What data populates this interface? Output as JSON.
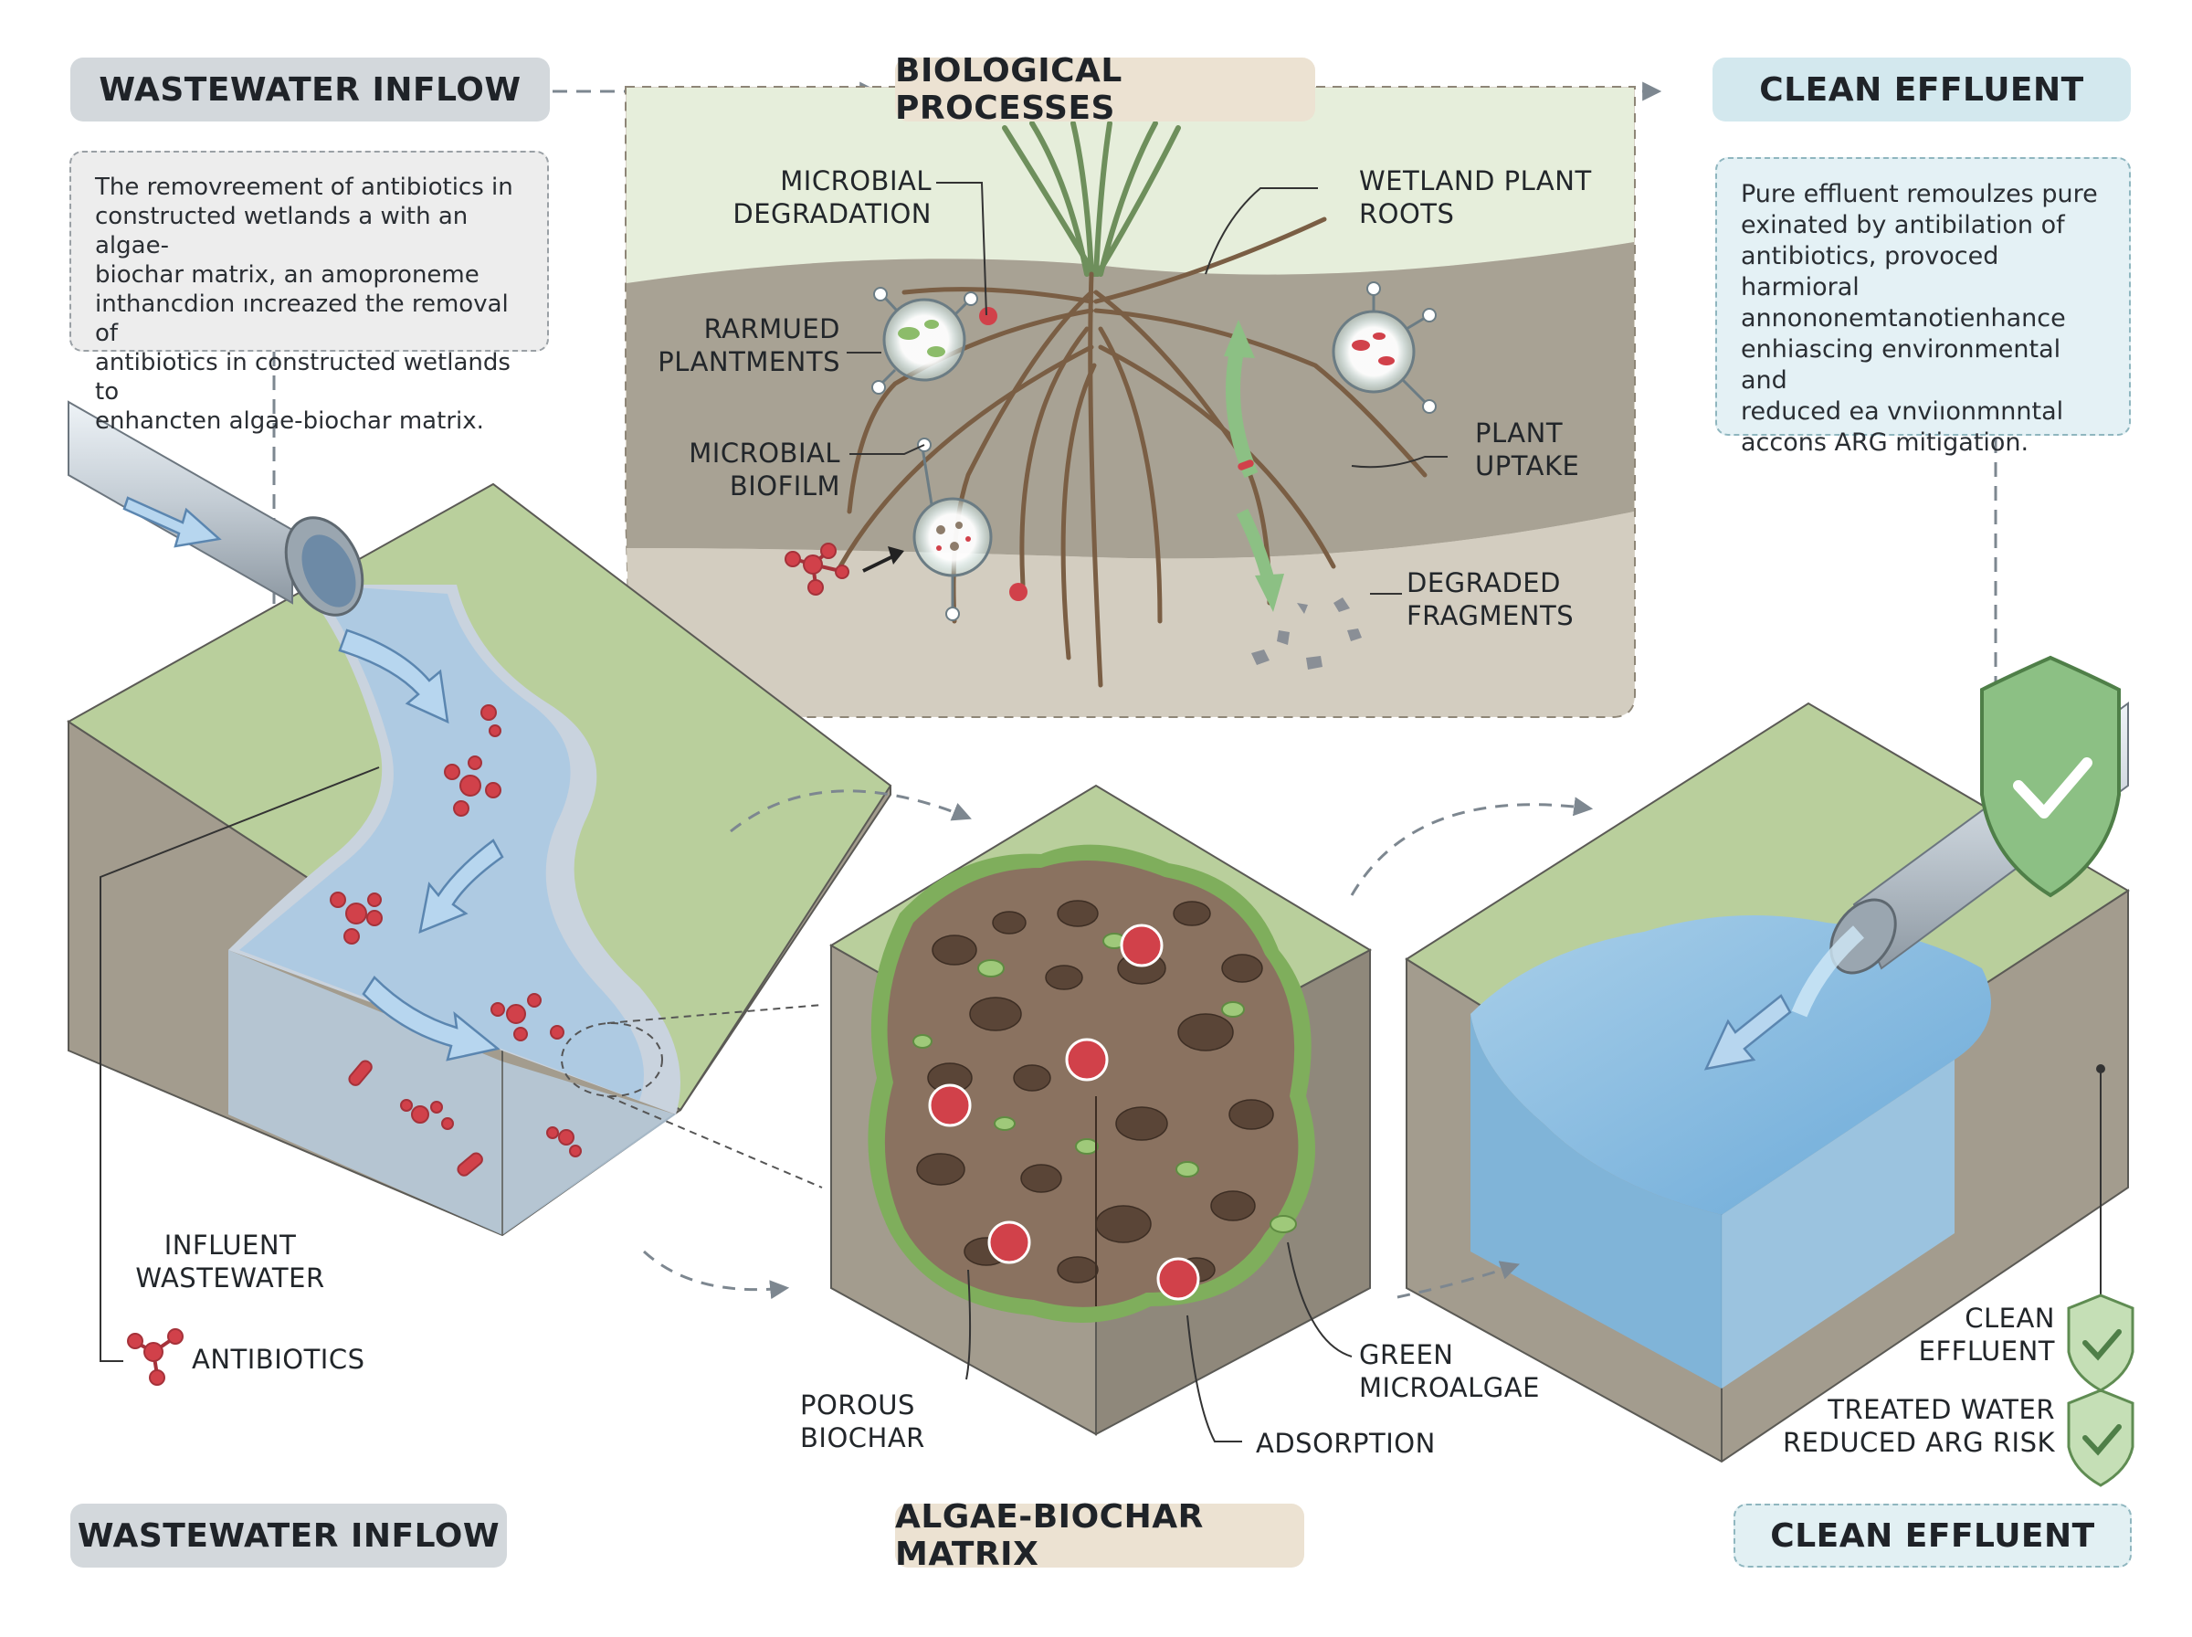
{
  "headers": {
    "top_left": "WASTEWATER INFLOW",
    "top_center": "BIOLOGICAL PROCESSES",
    "top_right": "CLEAN EFFLUENT",
    "bottom_left": "WASTEWATER INFLOW",
    "bottom_center": "ALGAE-BIOCHAR MATRIX",
    "bottom_right": "CLEAN EFFLUENT"
  },
  "descriptions": {
    "left": "The removreement of antibiotics in\nconstructed wetlands a with an algae-\nbiochar matrix, an amoproneme\ninthancdion ıncreazed the removal of\nantibiotics in constructed wetlands to\nenhancten algae-biochar matrix.",
    "right": "Pure effluent remoulzes pure\nexinated by antibilation of\nantibiotics, provoced harmioral\nannononemtanotienhance\nenhiascing environmental and\nreduced ea vnviıonmnntal\naccons ARG mitigation."
  },
  "process_labels": {
    "microbial_degradation": "MICROBIAL\nDEGRADATION",
    "rarmued_plantments": "RARMUED\nPLANTMENTS",
    "microbial_biofilm": "MICROBIAL\nBIOFILM",
    "wetland_plant_roots": "WETLAND PLANT\nROOTS",
    "plant_uptake": "PLANT\nUPTAKE",
    "degraded_fragments": "DEGRADED\nFRAGMENTS"
  },
  "inflow_labels": {
    "influent_wastewater": "INFLUENT\nWASTEWATER",
    "antibiotics": "ANTIBIOTICS"
  },
  "matrix_labels": {
    "porous_biochar": "POROUS\nBIOCHAR",
    "green_microalgae": "GREEN\nMICROALGAE",
    "adsorption": "ADSORPTION"
  },
  "effluent_labels": {
    "clean_effluent": "CLEAN\nEFFLUENT",
    "treated_water": "TREATED WATER\nREDUCED ARG RISK"
  },
  "colors": {
    "grass": "#b9cf9c",
    "soil": "#a39c8e",
    "water": "#8ec4e6",
    "antibiotic": "#d1414a",
    "algae": "#7fae5c",
    "biochar": "#6b5646",
    "shield": "#8cc084"
  },
  "icons": [
    "antibiotic-molecule-icon",
    "microbe-icon",
    "shield-check-icon",
    "check-badge-icon",
    "pipe-icon",
    "flow-arrow-icon"
  ]
}
